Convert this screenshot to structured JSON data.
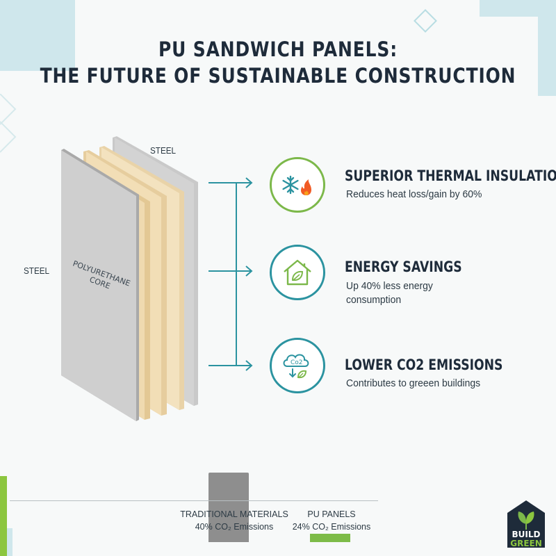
{
  "title": {
    "line1": "PU SANDWICH PANELS:",
    "line2": "THE FUTURE OF SUSTAINABLE CONSTRUCTION"
  },
  "illustration": {
    "steel_top_label": "STEEL",
    "steel_left_label": "STEEL",
    "core_label_line1": "POLYURETHANE",
    "core_label_line2": "CORE"
  },
  "features": [
    {
      "title": "SUPERIOR THERMAL INSULATION",
      "description": "Reduces heat loss/gain by 60%",
      "icon": "snowflake-flame-icon"
    },
    {
      "title": "ENERGY SAVINGS",
      "description": "Up 40% less energy consumption",
      "icon": "house-leaf-icon"
    },
    {
      "title": "LOWER CO2 EMISSIONS",
      "description": "Contributes to greeen buildings",
      "icon": "co2-cloud-icon",
      "icon_text": "Co2"
    }
  ],
  "chart_data": {
    "type": "bar",
    "categories": [
      "TRADITIONAL MATERIALS",
      "PU PANELS"
    ],
    "category_notes": [
      "40% CO₂ Emissions",
      "24% CO₂ Emissions"
    ],
    "values": [
      40,
      24
    ],
    "colors": [
      "#8e8e8e",
      "#7dbb48"
    ],
    "title": "",
    "xlabel": "",
    "ylabel": "",
    "grid": false
  },
  "logo": {
    "line1": "BUILD",
    "line2": "GREEN"
  },
  "colors": {
    "accent_green": "#7cb84a",
    "accent_teal": "#2b93a0",
    "title": "#1e2b3a"
  }
}
